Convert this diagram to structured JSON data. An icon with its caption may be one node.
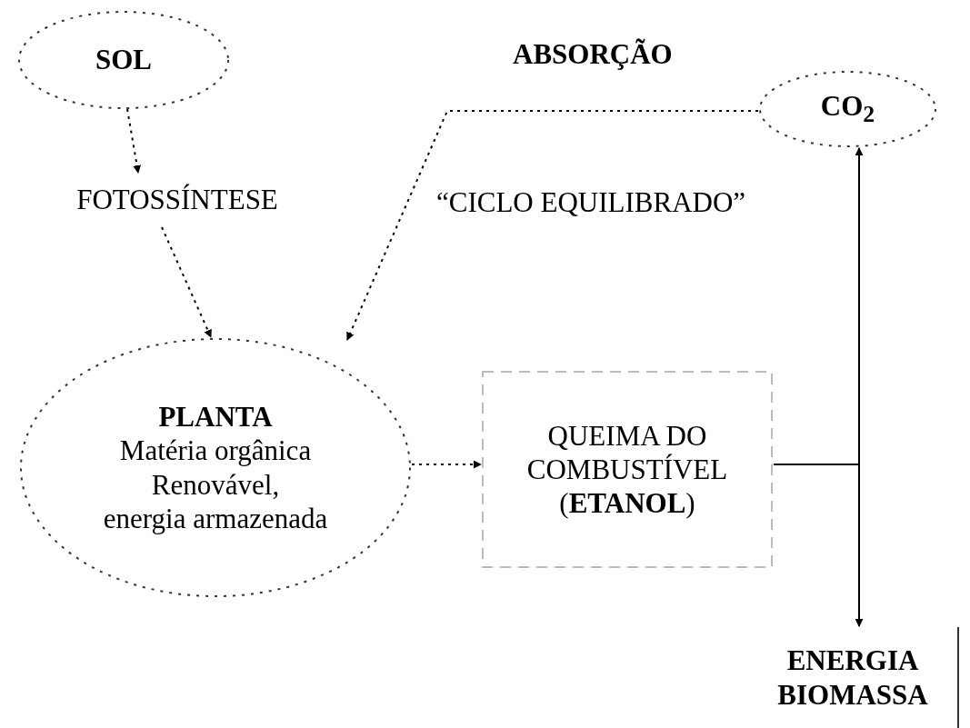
{
  "diagram": {
    "nodes": [
      {
        "text": [
          "SOL"
        ]
      },
      {
        "text": [
          "FOTOSSÍNTESE"
        ]
      },
      {
        "text": [
          "PLANTA",
          "Matéria orgânica",
          "Renovável,",
          "energia armazenada"
        ]
      },
      {
        "text": [
          "CO$_{2}$"
        ]
      },
      {
        "text": [
          "QUEIMA DO COMBUSTÍVEL (**ETANOL**)"
        ]
      },
      {
        "text": [
          "ENERGIA BIOMASSA"
        ]
      }
    ],
    "edges": [
      {
        "from": 0,
        "to": 1,
        "arrow": "to",
        "style": "dashed"
      },
      {
        "from": 1,
        "to": 2,
        "arrow": "to",
        "style": "dashed"
      },
      {
        "from": 3,
        "to": 2,
        "arrow": "to",
        "style": "dashed",
        "label": "ABSORÇÃO"
      },
      {
        "from": 2,
        "to": 4,
        "arrow": "to",
        "style": "dashed"
      },
      {
        "from": 4,
        "to": 3,
        "arrow": "to"
      },
      {
        "from": 4,
        "to": 5,
        "arrow": "to"
      }
    ],
    "labels": [
      "“CICLO EQUILIBRADO”"
    ]
  }
}
